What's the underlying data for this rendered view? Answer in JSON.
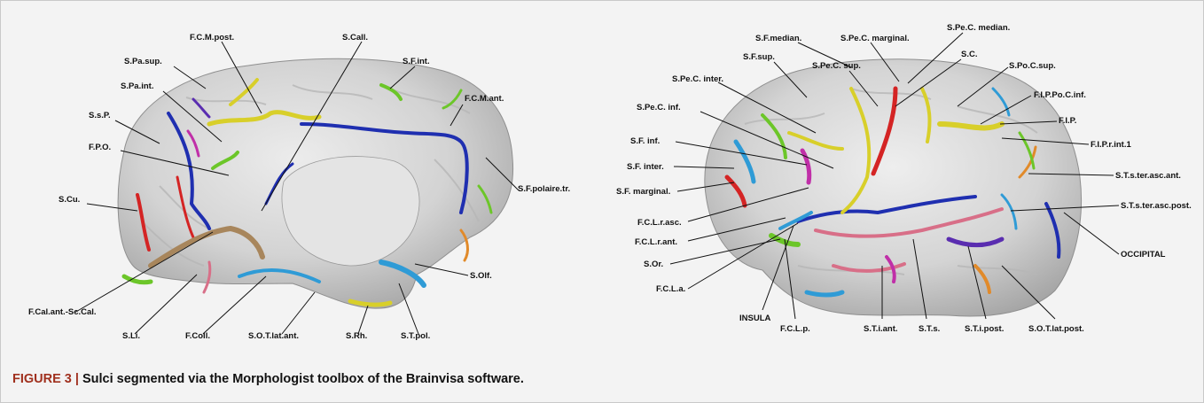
{
  "figure": {
    "caption_label": "FIGURE 3 |",
    "caption_text": " Sulci segmented via the Morphologist toolbox of the Brainvisa software.",
    "left_panel": {
      "labels": [
        "F.C.M.post.",
        "S.Call.",
        "S.Pa.sup.",
        "S.F.int.",
        "S.Pa.int.",
        "F.C.M.ant.",
        "S.s.P.",
        "F.P.O.",
        "S.F.polaire.tr.",
        "S.Cu.",
        "S.Olf.",
        "F.Cal.ant.-Sc.Cal.",
        "S.Li.",
        "F.Coll.",
        "S.O.T.lat.ant.",
        "S.Rh.",
        "S.T.pol."
      ]
    },
    "right_panel": {
      "labels": [
        "S.F.median.",
        "S.Pe.C. marginal.",
        "S.Pe.C. median.",
        "S.F.sup.",
        "S.C.",
        "S.Pe.C. sup.",
        "S.Po.C.sup.",
        "S.Pe.C. inter.",
        "S.Pe.C. inf.",
        "F.I.P.Po.C.inf.",
        "F.I.P.",
        "S.F. inf.",
        "F.I.P.r.int.1",
        "S.F. inter.",
        "S.T.s.ter.asc.ant.",
        "S.F. marginal.",
        "S.T.s.ter.asc.post.",
        "F.C.L.r.asc.",
        "F.C.L.r.ant.",
        "OCCIPITAL",
        "S.Or.",
        "F.C.L.a.",
        "INSULA",
        "F.C.L.p.",
        "S.T.i.ant.",
        "S.T.s.",
        "S.T.i.post.",
        "S.O.T.lat.post."
      ]
    }
  },
  "colors": {
    "background": "#f3f3f3",
    "brain_surface": "#d9d9d9",
    "caption_label": "#a0301e",
    "sulcus_blue": "#1f2fb0",
    "sulcus_yellow": "#d8cf2a",
    "sulcus_red": "#d42424",
    "sulcus_green": "#6cc629",
    "sulcus_cyan": "#2f9bd6",
    "sulcus_magenta": "#c02fa8",
    "sulcus_pink": "#d86f88",
    "sulcus_purple": "#5a2db0",
    "sulcus_brown": "#a8865c",
    "sulcus_orange": "#e18a2a"
  }
}
